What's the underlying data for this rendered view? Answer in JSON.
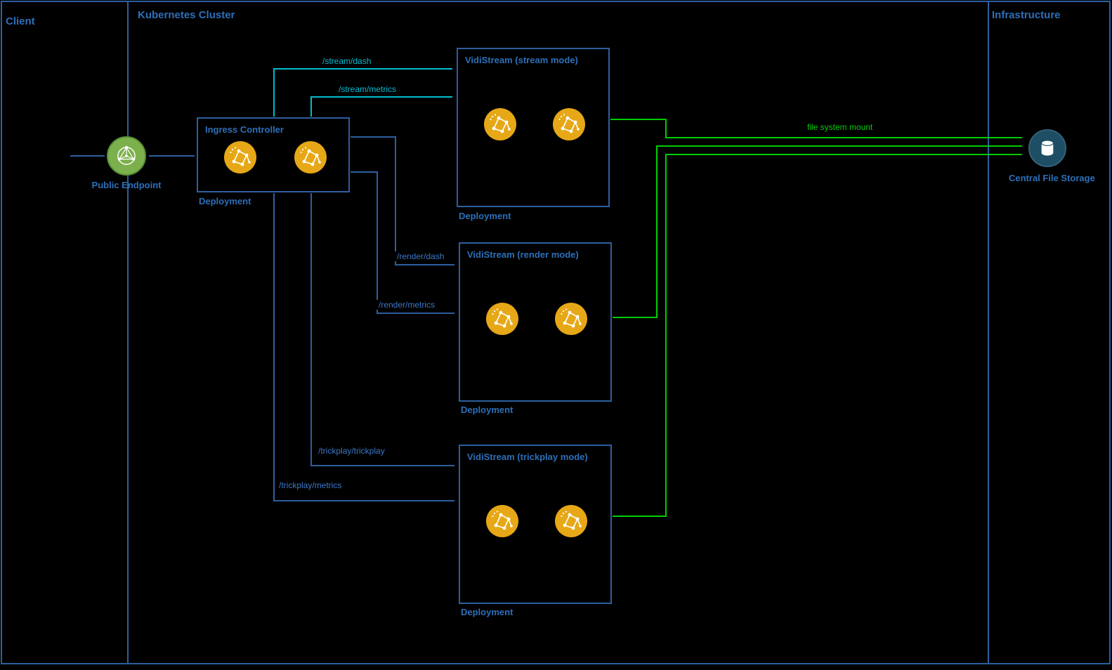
{
  "diagram": {
    "lanes": {
      "client": "Client",
      "cluster": "Kubernetes Cluster",
      "infrastructure": "Infrastructure"
    },
    "nodes": {
      "public_endpoint": "Public Endpoint",
      "ingress_controller": "Ingress Controller",
      "ingress_deployment": "Deployment",
      "stream": {
        "title": "VidiStream (stream mode)",
        "deployment": "Deployment"
      },
      "render": {
        "title": "VidiStream (render mode)",
        "deployment": "Deployment"
      },
      "trickplay": {
        "title": "VidiStream (trickplay mode)",
        "deployment": "Deployment"
      },
      "storage": "Central File Storage"
    },
    "edges": {
      "stream_dash": "/stream/dash",
      "stream_metrics": "/stream/metrics",
      "render_dash": "/render/dash",
      "render_metrics": "/render/metrics",
      "trickplay_trickplay": "/trickplay/trickplay",
      "trickplay_metrics": "/trickplay/metrics",
      "file_system_mount": "file system mount"
    },
    "icons": {
      "pod": "network-nodes",
      "public_endpoint": "globe-network",
      "storage": "database-cylinder"
    },
    "colors": {
      "background": "#000000",
      "lane_border": "#2d5f9e",
      "label_blue": "#2d6fb8",
      "edge_blue": "#3c78c8",
      "edge_cyan": "#00bcd4",
      "edge_green": "#00cc00",
      "pod_yellow": "#e6a817",
      "endpoint_green": "#7cb04c",
      "storage_teal": "#1d4e63"
    }
  }
}
